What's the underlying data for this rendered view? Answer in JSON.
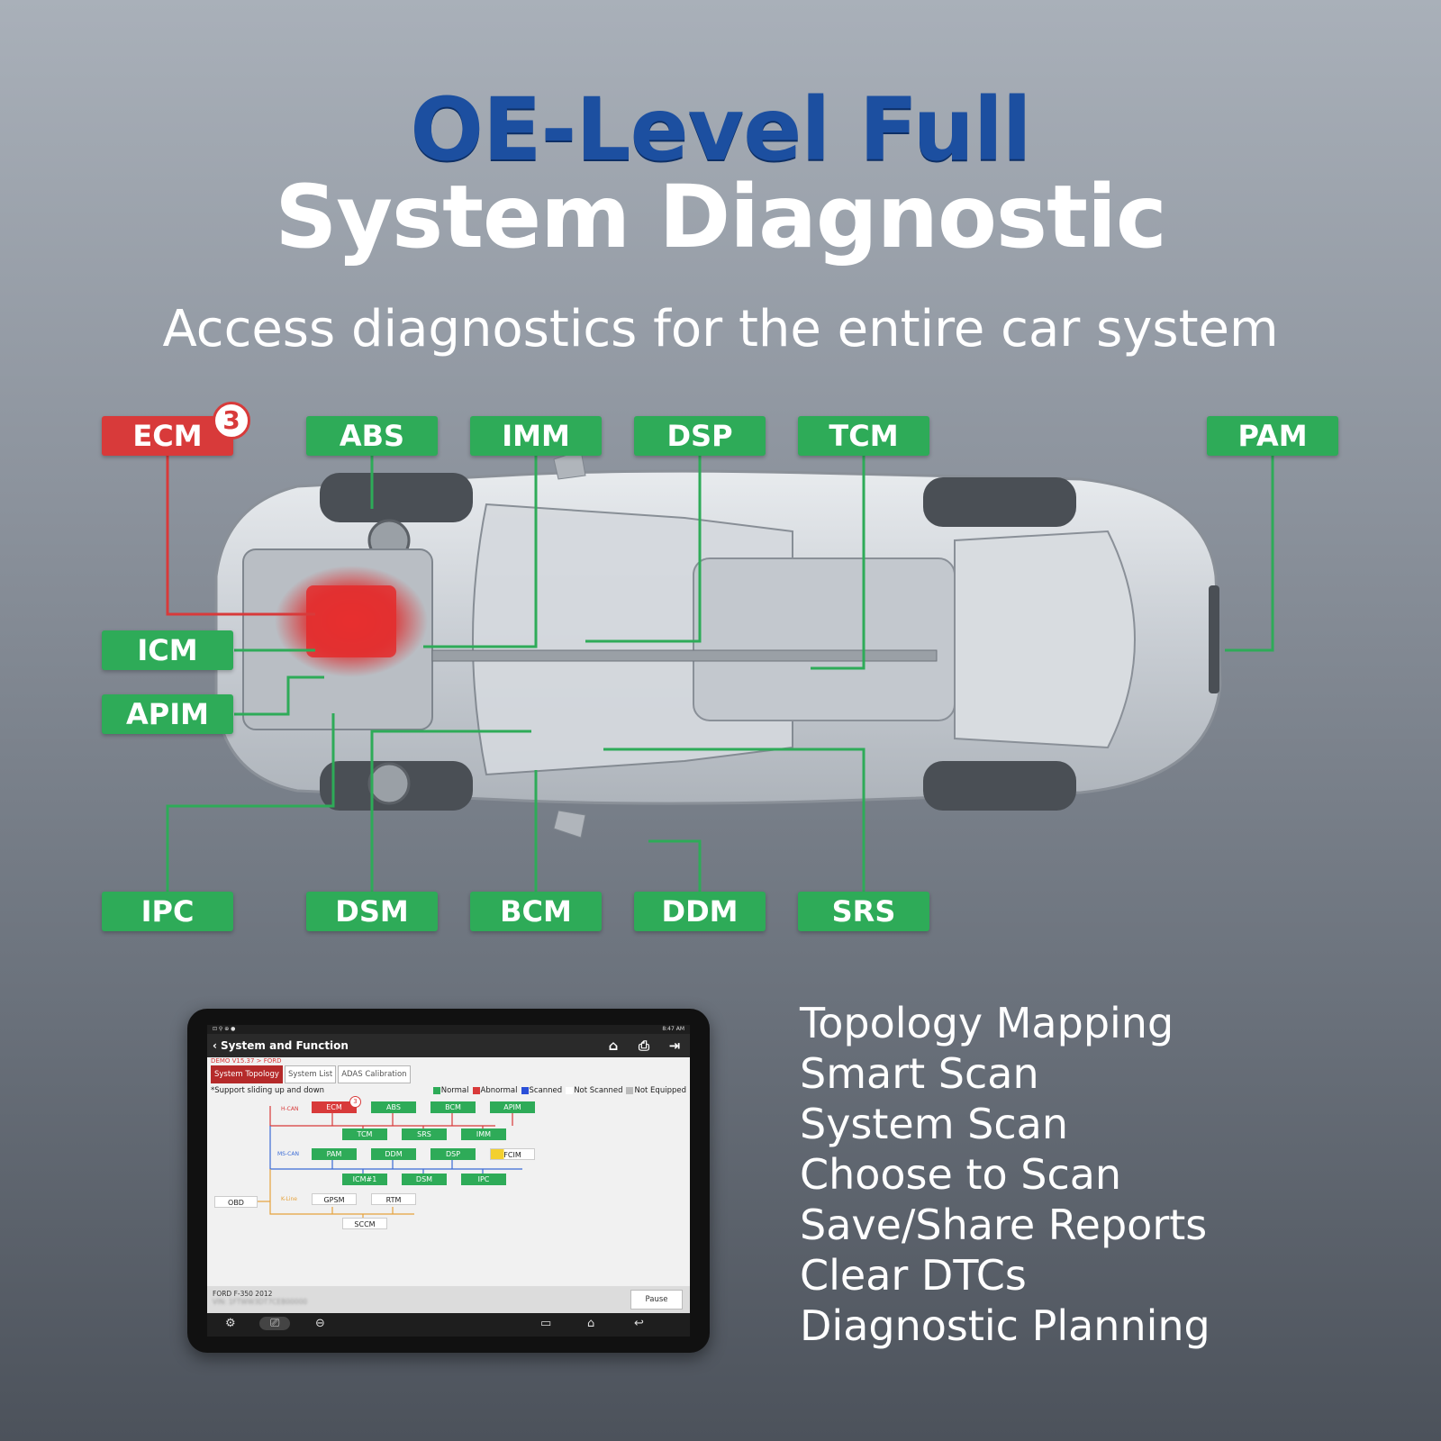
{
  "headline": {
    "line1": "OE-Level Full",
    "line2": "System Diagnostic",
    "subtitle": "Access diagnostics for the entire car system"
  },
  "modules": {
    "ecm": "ECM",
    "ecm_badge": "3",
    "abs": "ABS",
    "imm": "IMM",
    "dsp": "DSP",
    "tcm": "TCM",
    "pam": "PAM",
    "icm": "ICM",
    "apim": "APIM",
    "ipc": "IPC",
    "dsm": "DSM",
    "bcm": "BCM",
    "ddm": "DDM",
    "srs": "SRS"
  },
  "colors": {
    "normal": "#2eab58",
    "abnormal": "#d83a3a",
    "title_blue": "#1c4fa0"
  },
  "tablet": {
    "status_time": "8:47 AM",
    "screen_title": "System and Function",
    "breadcrumb": "DEMO V15.37 > FORD",
    "tabs": [
      "System Topology",
      "System List",
      "ADAS Calibration"
    ],
    "hint": "*Support sliding up and down",
    "legend": [
      "Normal",
      "Abnormal",
      "Scanned",
      "Not Scanned",
      "Not Equipped"
    ],
    "bus_labels": {
      "hcan": "H-CAN",
      "mscan": "MS-CAN",
      "kline": "K-Line"
    },
    "nodes": {
      "ecm": "ECM",
      "ecm_badge": "3",
      "abs": "ABS",
      "bcm": "BCM",
      "apim": "APIM",
      "tcm": "TCM",
      "srs": "SRS",
      "imm": "IMM",
      "pam": "PAM",
      "ddm": "DDM",
      "dsp": "DSP",
      "fcim": "FCIM",
      "icm1": "ICM#1",
      "dsm": "DSM",
      "ipc": "IPC",
      "obd": "OBD",
      "gpsm": "GPSM",
      "rtm": "RTM",
      "sccm": "SCCM"
    },
    "vehicle": "FORD F-350 2012",
    "vin": "VIN: 1FTWW3DT7CEB00000",
    "pause_label": "Pause",
    "nav_icons": [
      "settings-icon",
      "screenshot-icon",
      "vci-icon",
      "recent-apps-icon",
      "home-icon",
      "back-icon"
    ]
  },
  "features": [
    "Topology Mapping",
    "Smart Scan",
    "System Scan",
    "Choose to Scan",
    "Save/Share Reports",
    "Clear DTCs",
    "Diagnostic Planning"
  ]
}
